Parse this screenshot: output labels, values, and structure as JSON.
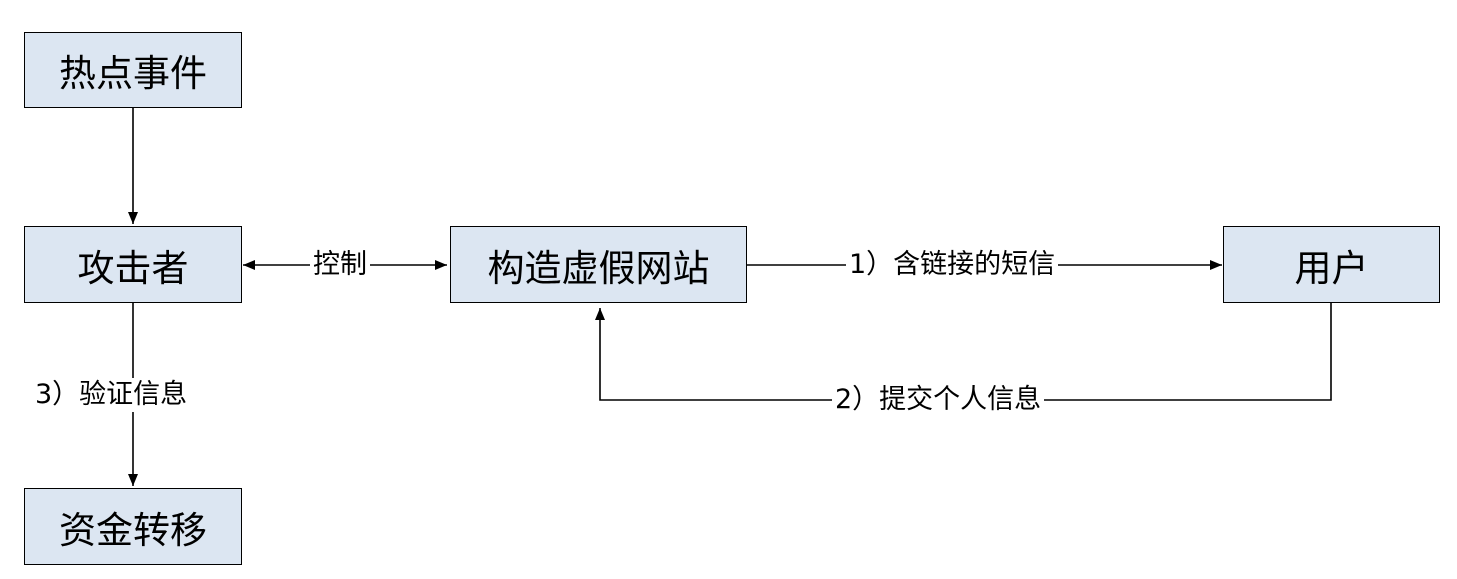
{
  "theme": {
    "node_fill": "#dce6f2",
    "line_color": "#000000",
    "text_color": "#000000"
  },
  "nodes": {
    "hot_event": {
      "label": "热点事件"
    },
    "attacker": {
      "label": "攻击者"
    },
    "fake_site": {
      "label": "构造虚假网站"
    },
    "user": {
      "label": "用户"
    },
    "fund_transfer": {
      "label": "资金转移"
    }
  },
  "edges": {
    "control": {
      "label": "控制"
    },
    "sms_link": {
      "label": "1）含链接的短信"
    },
    "submit_info": {
      "label": "2）提交个人信息"
    },
    "verify_info": {
      "label": "3）验证信息"
    }
  }
}
